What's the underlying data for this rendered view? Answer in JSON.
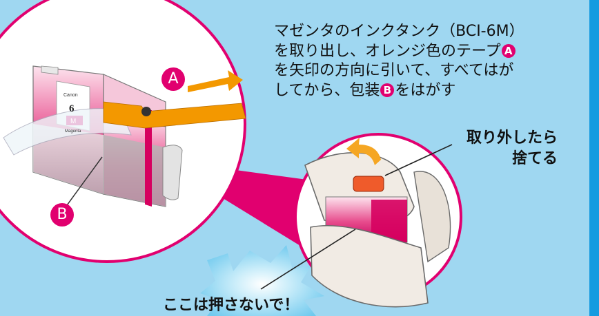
{
  "instruction": {
    "line1": "マゼンタのインクタンク（BCI-6M）",
    "line2_pre": "を取り出し、オレンジ色のテープ",
    "marker_a": "A",
    "line3": "を矢印の方向に引いて、すべてはが",
    "line4_pre": "してから、包装",
    "marker_b": "B",
    "line4_post": "をはがす"
  },
  "callouts": {
    "a": "A",
    "b": "B"
  },
  "cartridge_label": {
    "brand": "Canon",
    "number": "6",
    "color_code": "M",
    "color_name": "Magenta"
  },
  "discard_label": {
    "line1": "取り外したら",
    "line2": "捨てる"
  },
  "warning": "ここは押さないで！",
  "colors": {
    "background": "#9fd7f1",
    "magenta": "#e1006f",
    "orange": "#f39800",
    "edge_bar": "#159be0"
  },
  "icons": [
    "arrow-right-icon",
    "curved-arrow-icon",
    "starburst-icon",
    "ink-cartridge-icon",
    "hand-icon"
  ]
}
